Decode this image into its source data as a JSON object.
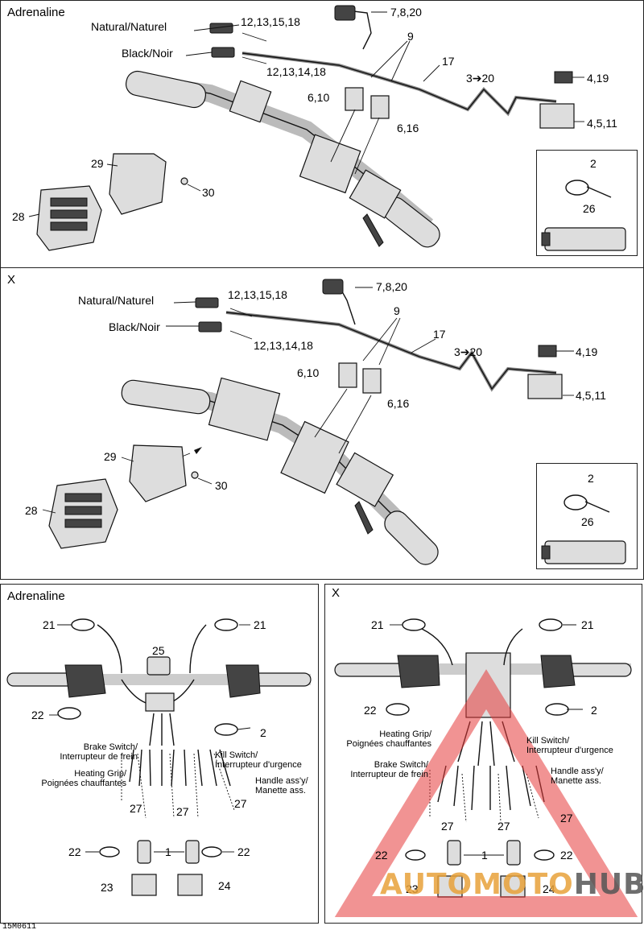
{
  "panels": {
    "top": {
      "title": "Adrenaline",
      "labels": {
        "natural": "Natural/Naturel",
        "black": "Black/Noir",
        "n12_13_15_18": "12,13,15,18",
        "n12_13_14_18": "12,13,14,18",
        "n7_8_20": "7,8,20",
        "n9": "9",
        "n17": "17",
        "n3_20": "3➔20",
        "n4_19": "4,19",
        "n4_5_11": "4,5,11",
        "n6_10": "6,10",
        "n6_16": "6,16",
        "n29": "29",
        "n30": "30",
        "n28": "28",
        "n2": "2",
        "n26": "26"
      }
    },
    "middle": {
      "title": "X",
      "labels": {
        "natural": "Natural/Naturel",
        "black": "Black/Noir",
        "n12_13_15_18": "12,13,15,18",
        "n12_13_14_18": "12,13,14,18",
        "n7_8_20": "7,8,20",
        "n9": "9",
        "n17": "17",
        "n3_20": "3➔20",
        "n4_19": "4,19",
        "n4_5_11": "4,5,11",
        "n6_10": "6,10",
        "n6_16": "6,16",
        "n29": "29",
        "n30": "30",
        "n28": "28",
        "n2": "2",
        "n26": "26"
      }
    },
    "bottom_left": {
      "title": "Adrenaline",
      "labels": {
        "n21a": "21",
        "n21b": "21",
        "n25": "25",
        "n22a": "22",
        "n2": "2",
        "brake": "Brake Switch/\nInterrupteur de frein",
        "kill": "Kill Switch/\nInterrupteur d'urgence",
        "heating": "Heating Grip/\nPoignées chauffantes",
        "handle": "Handle ass'y/\nManette ass.",
        "n27a": "27",
        "n27b": "27",
        "n27c": "27",
        "n22b": "22",
        "n1": "1",
        "n22c": "22",
        "n23": "23",
        "n24": "24"
      }
    },
    "bottom_right": {
      "title": "X",
      "labels": {
        "n21a": "21",
        "n21b": "21",
        "n22a": "22",
        "n2": "2",
        "heating": "Heating Grip/\nPoignées chauffantes",
        "kill": "Kill Switch/\nInterrupteur d'urgence",
        "brake": "Brake Switch/\nInterrupteur de frein",
        "handle": "Handle ass'y/\nManette ass.",
        "n27a": "27",
        "n27b": "27",
        "n27c": "27",
        "n22b": "22",
        "n1": "1",
        "n22c": "22",
        "n23": "23",
        "n24": "24"
      }
    }
  },
  "watermark": {
    "part1": "AUTOMOTO",
    "part2": "HUB",
    "color1": "#e8a23a",
    "color2": "#555555",
    "triangle_color": "#e63a3a"
  },
  "footer": {
    "code": "15M0611"
  }
}
